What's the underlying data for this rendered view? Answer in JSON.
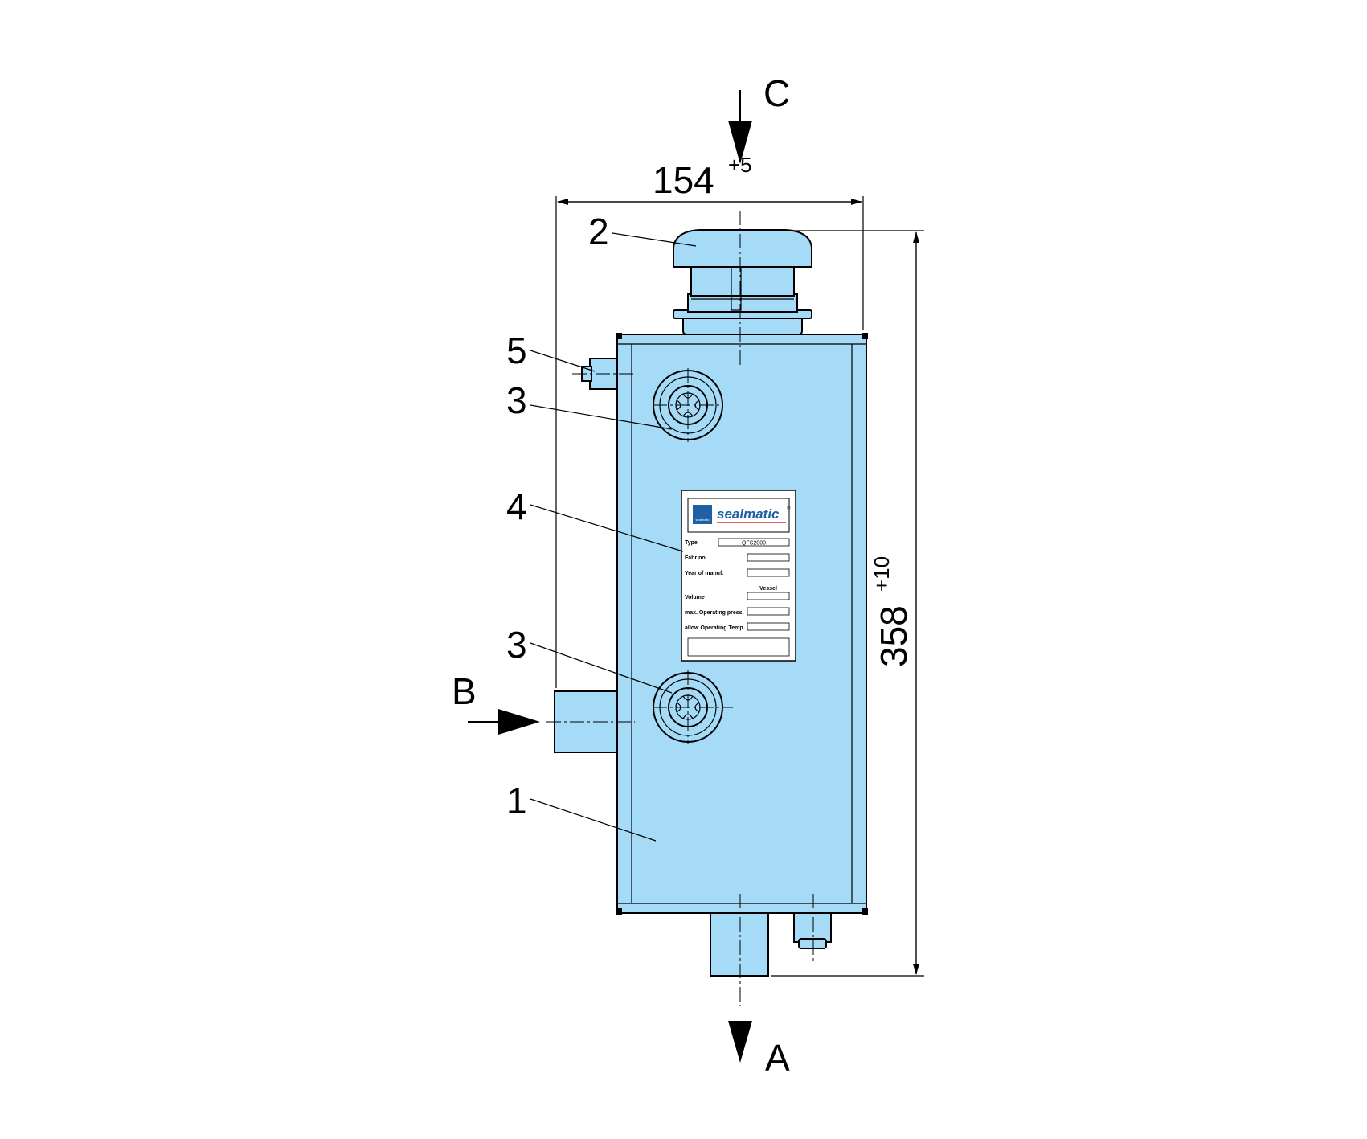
{
  "colors": {
    "body_fill": "#a6dbf7",
    "outline": "#000000",
    "brand_blue": "#1f5fa6",
    "brand_red": "#d0021b"
  },
  "flows": {
    "top": "C",
    "side": "B",
    "bottom": "A"
  },
  "dimensions": {
    "width_value": "154",
    "width_tolerance": "+5",
    "height_value": "358",
    "height_tolerance": "+10"
  },
  "callouts": {
    "c1": "1",
    "c2": "2",
    "c3a": "3",
    "c3b": "3",
    "c4": "4",
    "c5": "5"
  },
  "nameplate": {
    "brand": "sealmatic",
    "brand_mark": "®",
    "logo_text": "sealmatic",
    "type_label": "Type",
    "type_value": "QFS2000",
    "fabr_label": "Fabr no.",
    "year_label": "Year of manuf.",
    "vessel_header": "Vessel",
    "volume_label": "Volume",
    "pressure_label": "max. Operating press.",
    "temp_label": "allow Operating Temp."
  }
}
